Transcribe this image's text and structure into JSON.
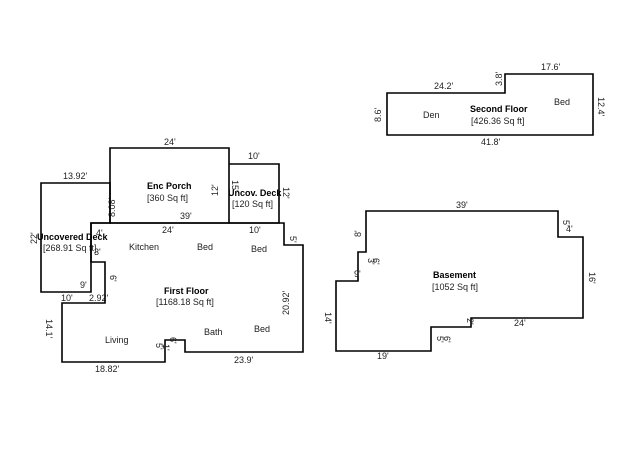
{
  "floors": {
    "second_floor": {
      "title": "Second Floor",
      "area": "[426.36 Sq ft]",
      "rooms": [
        "Den",
        "Bed"
      ],
      "dims": [
        "24.2'",
        "3.8'",
        "17.6'",
        "12.4'",
        "41.8'",
        "8.6'"
      ]
    },
    "enc_porch": {
      "title": "Enc Porch",
      "area": "[360 Sq ft]",
      "dims": [
        "24'",
        "8.08'",
        "12'",
        "39'",
        "15'"
      ]
    },
    "uncov_deck_right": {
      "title": "Uncov. Deck",
      "area": "[120 Sq ft]",
      "dims": [
        "10'",
        "12'",
        "10'"
      ]
    },
    "uncovered_deck_left": {
      "title": "Uncovered Deck",
      "area": "[268.91 Sq ft]",
      "dims": [
        "13.92'",
        "22'",
        "4'",
        "9'",
        "10'",
        "2.92'",
        "3'"
      ]
    },
    "first_floor": {
      "title": "First Floor",
      "area": "[1168.18 Sq ft]",
      "rooms": [
        "Kitchen",
        "Bed",
        "Bed",
        "Living",
        "Bath",
        "Bed"
      ],
      "dims": [
        "24'",
        "5'",
        "20.92'",
        "23.9'",
        "18.82'",
        "14.1'",
        "6'",
        "6'",
        "1'",
        "5'"
      ]
    },
    "basement": {
      "title": "Basement",
      "area": "[1052 Sq ft]",
      "dims": [
        "39'",
        "5'",
        "4'",
        "16'",
        "24'",
        "2'",
        "6'",
        "5'",
        "19'",
        "14'",
        "9'",
        "3'",
        "6'",
        "8'"
      ]
    }
  }
}
